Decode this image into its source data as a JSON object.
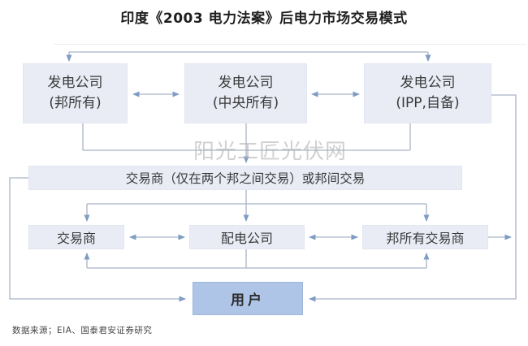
{
  "title": "印度《2003 电力法案》后电力市场交易模式",
  "watermark": "阳光工匠光伏网",
  "source_note": "数据来源；EIA、国泰君安证券研究",
  "colors": {
    "node_fill": "#e9ecf5",
    "user_fill": "#aec5e8",
    "wire": "#a9b4c6",
    "arrowhead": "#7f9cc4",
    "watermark_gray": "#b2b0b0"
  },
  "diagram": {
    "generators": [
      {
        "line1": "发电公司",
        "line2": "(邦所有)"
      },
      {
        "line1": "发电公司",
        "line2": "(中央所有)"
      },
      {
        "line1": "发电公司",
        "line2": "(IPP,自备)"
      }
    ],
    "trader_wide": "交易商（仅在两个邦之间交易）或邦间交易",
    "mid_row": [
      "交易商",
      "配电公司",
      "邦所有交易商"
    ],
    "user": "用户",
    "edges": [
      "发电公司(邦所有) <-> 发电公司(IPP,自备) 顶部互联",
      "发电公司(邦所有) <-> 发电公司(中央所有)",
      "发电公司(中央所有) <-> 发电公司(IPP,自备)",
      "三家发电公司 -> 交易商（仅在两个邦之间交易）或邦间交易",
      "交易商(宽条) -> 交易商 / 配电公司 / 邦所有交易商",
      "交易商 <-> 配电公司",
      "配电公司 <-> 邦所有交易商",
      "配电公司 -> 交易商 与 邦所有交易商 (底部回路)",
      "交易商(宽条) -> 用户 (左侧通道)",
      "发电公司(IPP,自备)/邦所有交易商 -> 用户 (右侧通道)"
    ]
  }
}
